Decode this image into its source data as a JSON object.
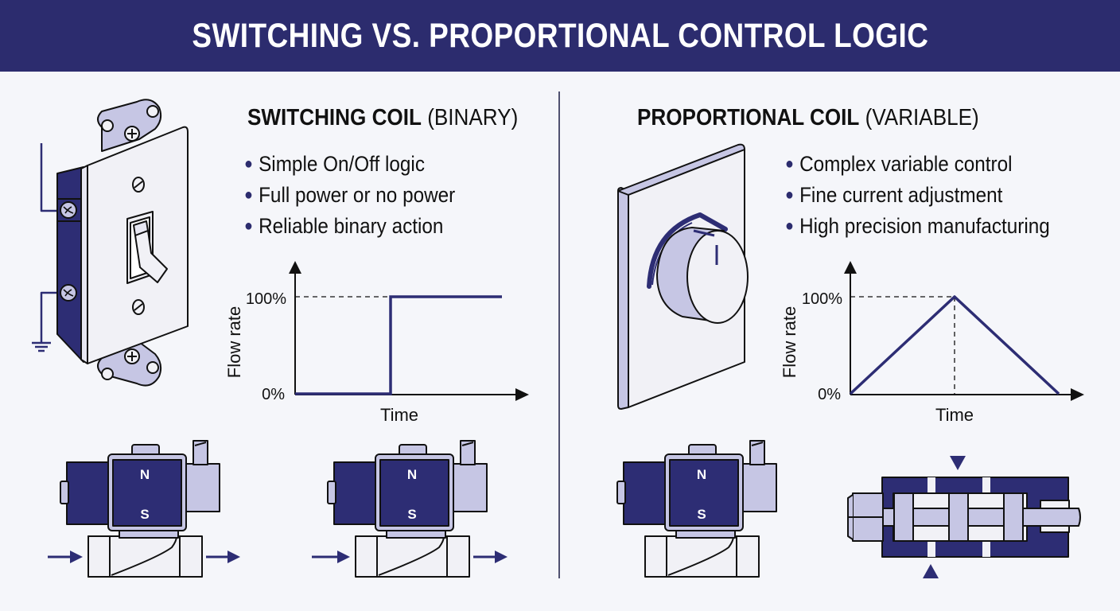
{
  "title": "SWITCHING VS. PROPORTIONAL CONTROL LOGIC",
  "colors": {
    "banner": "#2c2c6e",
    "navy": "#2d2d74",
    "lavender": "#c6c6e4",
    "light": "#f1f1f6",
    "outline": "#111111",
    "background": "#f5f6fa"
  },
  "switching": {
    "heading_strong": "SWITCHING COIL",
    "heading_light": "(BINARY)",
    "bullets": [
      "Simple On/Off logic",
      "Full power or no power",
      "Reliable binary action"
    ],
    "chart": {
      "ylabel": "Flow rate",
      "xlabel": "Time",
      "y_top": "100%",
      "y_bottom": "0%"
    },
    "valves": [
      {
        "north": "N",
        "south": "S"
      },
      {
        "north": "N",
        "south": "S"
      }
    ]
  },
  "proportional": {
    "heading_strong": "PROPORTIONAL COIL",
    "heading_light": "(VARIABLE)",
    "bullets": [
      "Complex variable control",
      "Fine current adjustment",
      "High precision manufacturing"
    ],
    "chart": {
      "ylabel": "Flow rate",
      "xlabel": "Time",
      "y_top": "100%",
      "y_bottom": "0%"
    },
    "valve": {
      "north": "N",
      "south": "S"
    }
  },
  "chart_data": [
    {
      "type": "line",
      "title": "Switching Coil (Binary)",
      "xlabel": "Time",
      "ylabel": "Flow rate",
      "yticks": [
        "0%",
        "100%"
      ],
      "ylim": [
        0,
        100
      ],
      "x": [
        0,
        45,
        45,
        100
      ],
      "values": [
        0,
        0,
        100,
        100
      ],
      "grid": false,
      "annotations": [
        "dashed reference line at 100%"
      ]
    },
    {
      "type": "line",
      "title": "Proportional Coil (Variable)",
      "xlabel": "Time",
      "ylabel": "Flow rate",
      "yticks": [
        "0%",
        "100%"
      ],
      "ylim": [
        0,
        100
      ],
      "x": [
        0,
        50,
        100
      ],
      "values": [
        0,
        100,
        0
      ],
      "grid": false,
      "annotations": [
        "dashed reference line at 100%",
        "dashed vertical line at peak"
      ]
    }
  ]
}
